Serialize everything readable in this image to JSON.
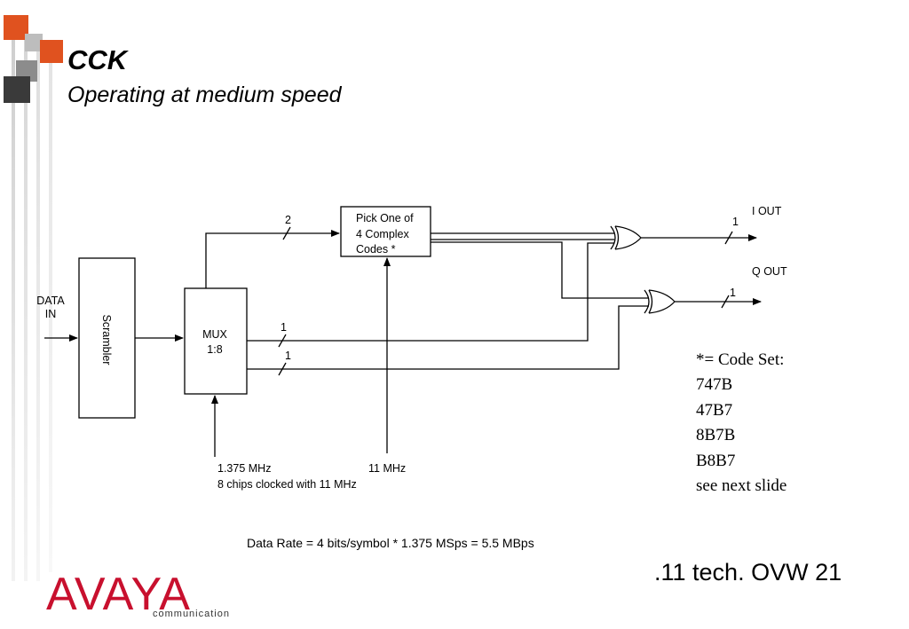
{
  "slide": {
    "title": "CCK",
    "subtitle": "Operating at medium speed"
  },
  "diagram": {
    "input_label_line1": "DATA",
    "input_label_line2": "IN",
    "scrambler_label": "Scrambler",
    "mux_label_line1": "MUX",
    "mux_label_line2": "1:8",
    "pick_label_line1": "Pick One of",
    "pick_label_line2": "4 Complex",
    "pick_label_line3": "Codes *",
    "bus_width_pick": "2",
    "bus_width_mux_i": "1",
    "bus_width_mux_q": "1",
    "bus_width_i_out": "1",
    "bus_width_q_out": "1",
    "i_out_label": "I OUT",
    "q_out_label": "Q OUT",
    "mux_clock_line1": "1.375 MHz",
    "mux_clock_line2": "8 chips clocked with 11 MHz",
    "pick_clock": "11 MHz",
    "data_rate": "Data Rate = 4 bits/symbol * 1.375 MSps = 5.5 MBps"
  },
  "code_set": {
    "lines": [
      "*= Code Set:",
      "747B",
      "47B7",
      "8B7B",
      "B8B7",
      "see next slide"
    ]
  },
  "footer": {
    "slide_label": ".11 tech. OVW 21"
  },
  "logo": {
    "wordmark": "AVAYA",
    "tagline": "communication"
  },
  "colors": {
    "accent_orange": "#e0521f",
    "deco_gray": "#8c8c8c",
    "deco_dark": "#3a3a3a",
    "logo_red": "#c8102e"
  }
}
